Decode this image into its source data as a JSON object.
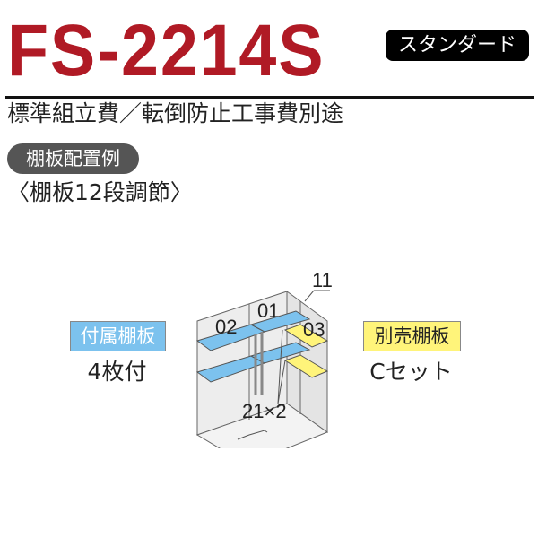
{
  "header": {
    "model": "FS-2214S",
    "grade_badge": "スタンダード"
  },
  "note": "標準組立費／転倒防止工事費別途",
  "section": {
    "pill": "棚板配置例",
    "shelf_info": "〈棚板12段調節〉"
  },
  "included": {
    "label": "付属棚板",
    "count": "4枚付",
    "color": "#7cc2ee"
  },
  "sold_separately": {
    "label": "別売棚板",
    "count": "Cセット",
    "color": "#fff47a"
  },
  "diagram": {
    "labels": {
      "a": "02",
      "b": "01",
      "c": "03",
      "d": "11",
      "e": "21×2"
    }
  },
  "colors": {
    "title": "#b01a25"
  }
}
